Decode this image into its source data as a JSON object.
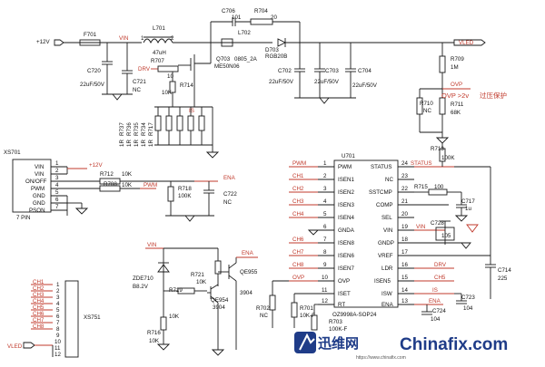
{
  "labels": {
    "supply_in": "+12V",
    "vin": "VIN",
    "vled": "VLED",
    "drv": "DRV",
    "is": "IS",
    "ovp": "OVP",
    "ovp_note": "OVP >2v",
    "ovp_note_cn": "过压保护",
    "ena": "ENA",
    "pwm": "PWM",
    "status": "STATUS",
    "ch": [
      "CH1",
      "CH2",
      "CH3",
      "CH4",
      "CH5",
      "CH6",
      "CH7",
      "CH8"
    ]
  },
  "parts": {
    "F701": "F701",
    "L701": "L701",
    "L701_val": "47uH",
    "C706": "C706",
    "C706_val": "101",
    "R704": "R704",
    "R704_val": "20",
    "L702": "L702",
    "L702_val": "0805_2A",
    "D703": "D703",
    "D703_val": "RGB20B",
    "Q703": "Q703",
    "Q703_val": "ME50N06",
    "R707": "R707",
    "R707_val": "10",
    "R714": "R714",
    "R714_val": "10K",
    "C720": "C720",
    "C720_val": "22uF/50V",
    "C721": "C721",
    "C721_val": "NC",
    "C702": "C702",
    "C702_val": "22uF/50V",
    "C703": "C703",
    "C703_val": "22uF/50V",
    "C704": "C704",
    "C704_val": "22uF/50V",
    "R709": "R709",
    "R709_val": "1M",
    "R710": "R710",
    "R710_val": "NC",
    "R711": "R711",
    "R711_val": "68K",
    "R713": "R713",
    "R713_val": "100K",
    "sense": [
      "R737",
      "R736",
      "R735",
      "R734",
      "R717"
    ],
    "sense_val": "1R",
    "XS701": "XS701",
    "XS701_type": "7 PIN",
    "XS701_pins": [
      "VIN",
      "VIN",
      "ON/OFF",
      "PWM",
      "GND",
      "GND",
      "PSON"
    ],
    "XS701_nums": [
      "1",
      "2",
      "3",
      "4",
      "5",
      "6",
      "7"
    ],
    "R712": "R712",
    "R712_val": "10K",
    "R708": "R708",
    "R708_val": "10K",
    "R718": "R718",
    "R718_val": "100K",
    "C722": "C722",
    "C722_val": "NC",
    "U701": "U701",
    "U701_part": "OZ9998A-SOP24",
    "U701_left": [
      "PWM",
      "ISEN1",
      "ISEN2",
      "ISEN3",
      "ISEN4",
      "GNDA",
      "ISEN8",
      "ISEN6",
      "ISEN7",
      "OVP",
      "ISET",
      "RT"
    ],
    "U701_left_nums": [
      "1",
      "2",
      "3",
      "4",
      "5",
      "6",
      "7",
      "8",
      "9",
      "10",
      "11",
      "12"
    ],
    "U701_right": [
      "STATUS",
      "NC",
      "SSTCMP",
      "COMP",
      "SEL",
      "VIN",
      "GNDP",
      "VREF",
      "LDR",
      "ISEN5",
      "ISW",
      "ENA"
    ],
    "U701_right_nums": [
      "24",
      "23",
      "22",
      "21",
      "20",
      "19",
      "18",
      "17",
      "16",
      "15",
      "14",
      "13"
    ],
    "R715": "R715",
    "R715_val": "100",
    "C717": "C717",
    "C717_val": "1u",
    "C728": "C728",
    "C728_val": "105",
    "C714": "C714",
    "C714_val": "225",
    "C723": "C723",
    "C723_val": "104",
    "C724": "C724",
    "C724_val": "104",
    "ZDE710": "ZDE710",
    "ZDE710_val": "B8.2V",
    "R719": "R719",
    "R719_val": "10K",
    "R721": "R721",
    "R721_val": "10K",
    "R716": "R716",
    "R716_val": "10K",
    "QE954": "QE954",
    "QE954_val": "3904",
    "QE955": "QE955",
    "QE955_val": "3904",
    "R702": "R702",
    "R702_val": "NC",
    "R701": "R701",
    "R701_val": "10K-F",
    "R703": "R703",
    "R703_val": "100K-F",
    "XS751": "XS751",
    "XS751_nums": [
      "1",
      "2",
      "3",
      "4",
      "5",
      "6",
      "7",
      "8",
      "9",
      "10",
      "11",
      "12"
    ]
  },
  "watermark": {
    "cn": "迅维网",
    "en": "Chinafix.com",
    "url": "https://www.chinafix.com"
  }
}
